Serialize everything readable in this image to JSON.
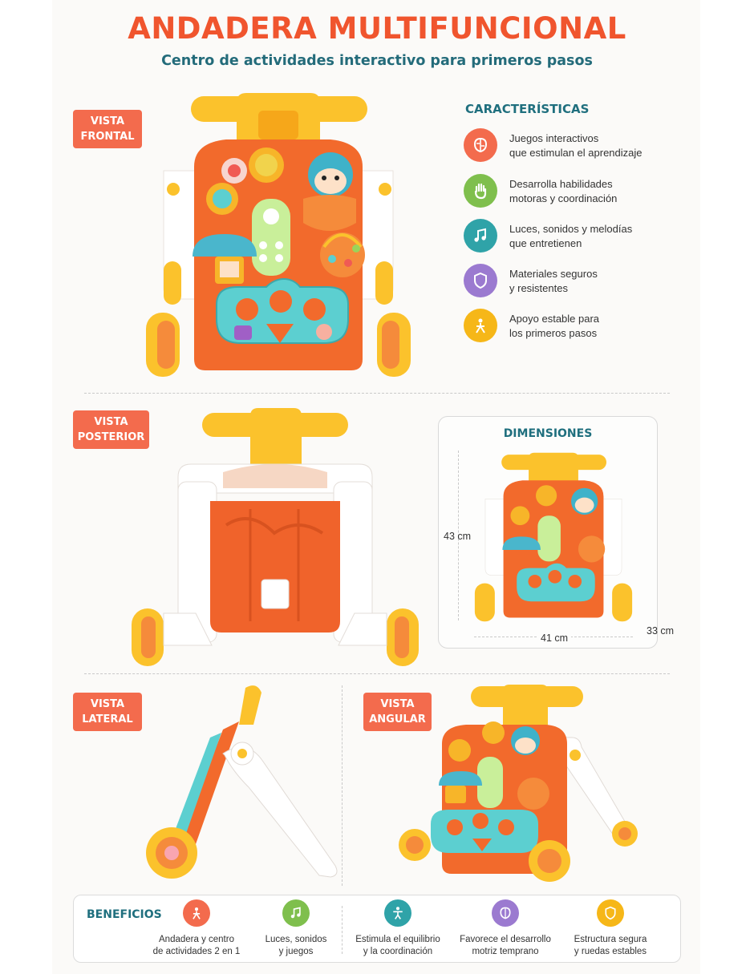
{
  "header": {
    "title": "ANDADERA MULTIFUNCIONAL",
    "subtitle": "Centro de actividades interactivo para primeros pasos"
  },
  "views": {
    "front": {
      "line1": "VISTA",
      "line2": "FRONTAL"
    },
    "rear": {
      "line1": "VISTA",
      "line2": "POSTERIOR"
    },
    "side": {
      "line1": "VISTA",
      "line2": "LATERAL"
    },
    "angle": {
      "line1": "VISTA",
      "line2": "ANGULAR"
    }
  },
  "features": {
    "heading": "CARACTERÍSTICAS",
    "items": [
      {
        "line1": "Juegos interactivos",
        "line2": "que estimulan el aprendizaje",
        "icon": "brain-icon",
        "color": "#f36b4d"
      },
      {
        "line1": "Desarrolla habilidades",
        "line2": "motoras y coordinación",
        "icon": "hand-icon",
        "color": "#7fbf4d"
      },
      {
        "line1": "Luces, sonidos y melodías",
        "line2": "que entretienen",
        "icon": "music-note-icon",
        "color": "#2fa3a8"
      },
      {
        "line1": "Materiales seguros",
        "line2": "y resistentes",
        "icon": "shield-icon",
        "color": "#9b7ad0"
      },
      {
        "line1": "Apoyo estable para",
        "line2": "los primeros pasos",
        "icon": "walker-icon",
        "color": "#f6b718"
      }
    ]
  },
  "dimensions": {
    "heading": "DIMENSIONES",
    "height": "43 cm",
    "width": "41 cm",
    "depth": "33 cm"
  },
  "benefits": {
    "heading": "BENEFICIOS",
    "items": [
      {
        "line1": "Andadera y centro",
        "line2": "de actividades 2 en 1",
        "icon": "walker-icon",
        "color": "#f36b4d"
      },
      {
        "line1": "Luces, sonidos",
        "line2": "y juegos",
        "icon": "music-note-icon",
        "color": "#7fbf4d"
      },
      {
        "line1": "Estimula el equilibrio",
        "line2": "y la coordinación",
        "icon": "child-balance-icon",
        "color": "#2fa3a8"
      },
      {
        "line1": "Favorece el desarrollo",
        "line2": "motriz temprano",
        "icon": "brain-icon",
        "color": "#9b7ad0"
      },
      {
        "line1": "Estructura segura",
        "line2": "y ruedas estables",
        "icon": "shield-icon",
        "color": "#f6b718"
      }
    ]
  },
  "colors": {
    "accent": "#f0552e",
    "teal": "#1f6f7e",
    "toy_orange": "#f26a2c",
    "toy_yellow": "#fbc22c",
    "toy_teal": "#5ccfd0"
  }
}
